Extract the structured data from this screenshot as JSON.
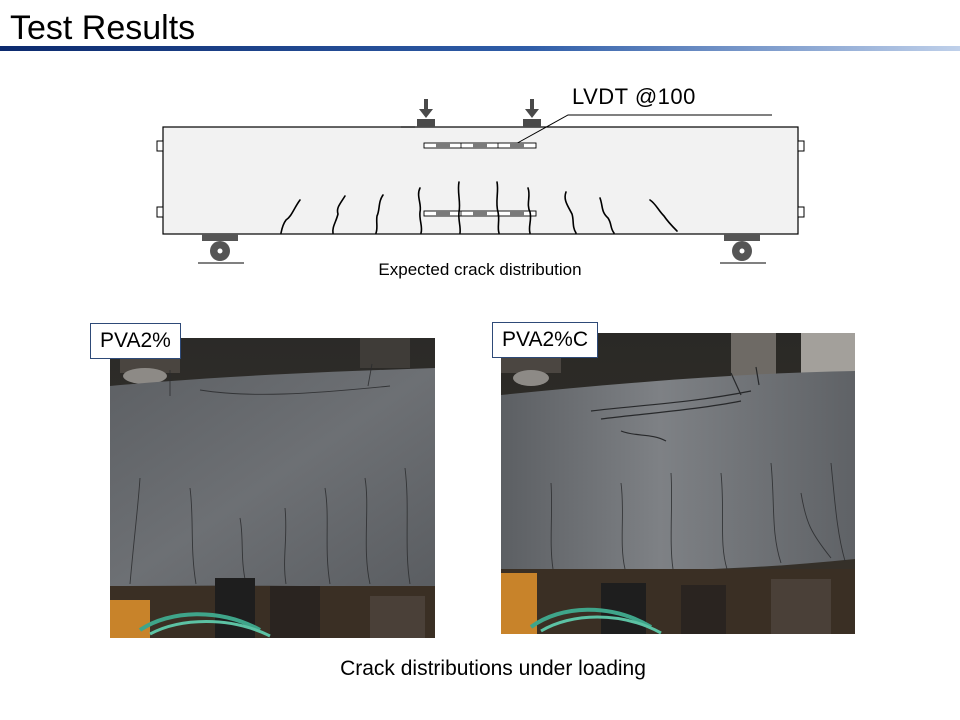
{
  "slide": {
    "title": "Test Results",
    "title_bar_color": "#1f4a96"
  },
  "diagram": {
    "lvdt_label": "LVDT @100",
    "caption": "Expected crack distribution"
  },
  "photos": [
    {
      "label": "PVA2%"
    },
    {
      "label": "PVA2%C"
    }
  ],
  "bottom_caption": "Crack distributions under loading"
}
